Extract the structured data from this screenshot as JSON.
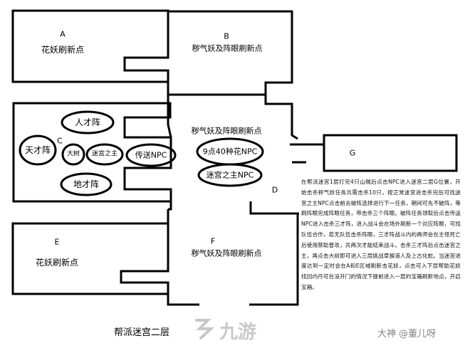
{
  "rooms": {
    "a": {
      "letter": "A",
      "label": "花妖刷新点"
    },
    "b": {
      "letter": "B",
      "label": "秽气妖及阵眼刷新点"
    },
    "c": {
      "letter": "C"
    },
    "d": {
      "letter": "D",
      "label": "秽气妖及阵眼刷新点"
    },
    "e": {
      "letter": "E",
      "label": "花妖刷新点"
    },
    "f": {
      "letter": "F",
      "label": "秽气妖及阵眼刷新点"
    },
    "g": {
      "letter": "G"
    }
  },
  "ovals": {
    "ren": "人才阵",
    "tian": "天才阵",
    "dashu": "大树",
    "mizhi_c": "迷宫之主",
    "chuansong": "传送NPC",
    "di": "地才阵",
    "flower_npc": "9点40种花NPC",
    "mizhi_d": "迷宫之主NPC"
  },
  "description": "在帮派迷宫1层打完4只山贼后点击NPC进入迷宫二层G位置，开始击杀秽气妖任务共需击杀10只，按正常迷宫进击杀完后可找迷宫之主NPC点击前去破阵选择进行下一任务，期间可先不破阵，等刷阵眼完成阵眼任务，带击杀三个阵眼。破阵任务领取后点击传送NPC进入击杀三才阵，进入战斗会在场外刷新一个对应阵眼，可找队伍合作，若无队伍击杀阵眼，三才阵战斗内的两师会在主怪死亡后使用禁助普攻，共两次才能结束战斗。击杀三才阵后点击迷宫之主，再点击大树即可进入三层挑战草猴道人及上古化蛇。当迷宫进度达到一定时会在A和E区域刷新击花妖，点击可入下层帮助花妖找回内丹可在没开门的情况下提前进入一层的宝箱刷新地点，开启宝箱。",
  "caption": "帮派迷宫二层",
  "watermark": "九游",
  "credit": "大神 @董儿呀"
}
